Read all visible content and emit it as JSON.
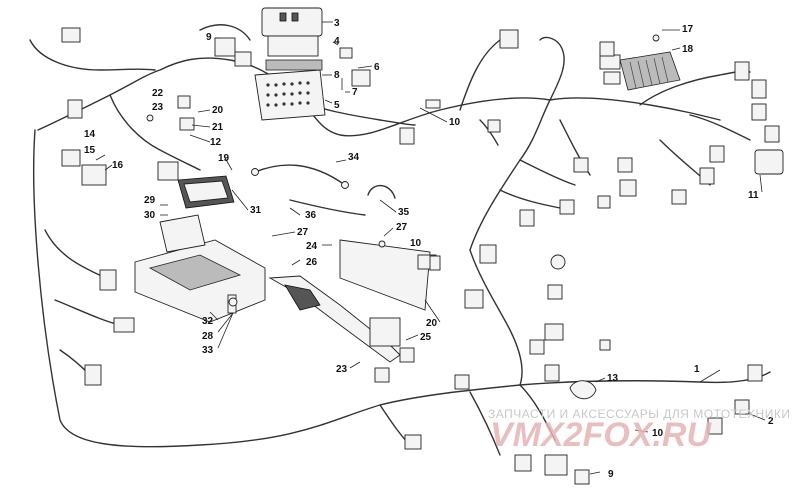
{
  "diagram": {
    "callouts": [
      "1",
      "2",
      "3",
      "4",
      "5",
      "6",
      "7",
      "8",
      "9",
      "10",
      "11",
      "12",
      "13",
      "14",
      "15",
      "16",
      "17",
      "18",
      "19",
      "20",
      "21",
      "22",
      "23",
      "24",
      "25",
      "26",
      "27",
      "28",
      "29",
      "30",
      "31",
      "32",
      "33",
      "34",
      "35"
    ],
    "callout_labels": {
      "c1": "1",
      "c2": "2",
      "c3": "3",
      "c4": "4",
      "c5": "5",
      "c6": "6",
      "c7": "7",
      "c8": "8",
      "c9a": "9",
      "c9b": "9",
      "c10a": "10",
      "c10b": "10",
      "c10c": "10",
      "c11": "11",
      "c12": "12",
      "c13": "13",
      "c14": "14",
      "c15": "15",
      "c16": "16",
      "c17": "17",
      "c18": "18",
      "c19": "19",
      "c20a": "20",
      "c20b": "20",
      "c21": "21",
      "c22": "22",
      "c23a": "23",
      "c23b": "23",
      "c24": "24",
      "c25": "25",
      "c26": "26",
      "c27a": "27",
      "c27b": "27",
      "c28": "28",
      "c29": "29",
      "c30": "30",
      "c31": "31",
      "c32": "32",
      "c33": "33",
      "c34": "34",
      "c35": "35"
    }
  },
  "watermark": {
    "subtitle": "ЗАПЧАСТИ И АКСЕССУАРЫ ДЛЯ МОТОТЕХНИКИ",
    "logo_text": "VMX2FOX.RU"
  }
}
